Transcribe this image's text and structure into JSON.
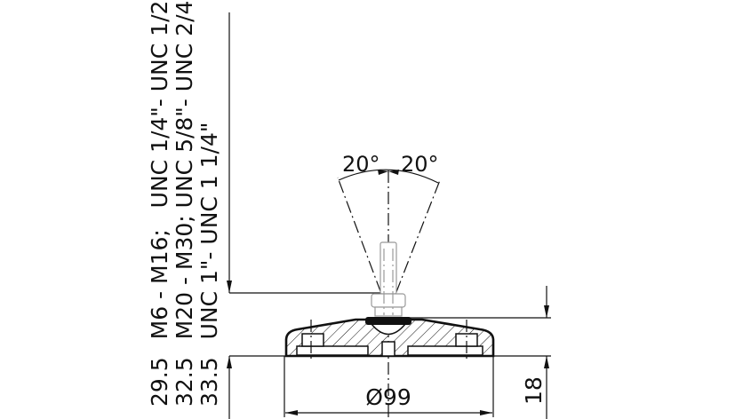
{
  "drawing": {
    "thread_lines": [
      {
        "height": "29.5",
        "spec": "M6 - M16;   UNC 1/4\"- UNC 1/2\""
      },
      {
        "height": "32.5",
        "spec": "M20 - M30; UNC 5/8\"- UNC 2/4\""
      },
      {
        "height": "33.5",
        "spec": "UNC 1\"- UNC 1 1/4\""
      }
    ],
    "angle_left": "20°",
    "angle_right": "20°",
    "diameter": "Ø99",
    "base_height": "18"
  }
}
